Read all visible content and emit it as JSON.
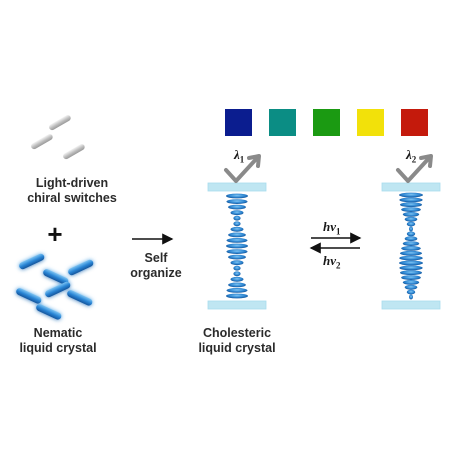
{
  "labels": {
    "switches": [
      "Light-driven",
      "chiral switches"
    ],
    "plus": "+",
    "nematic": [
      "Nematic",
      "liquid crystal"
    ],
    "self_organize": [
      "Self",
      "organize"
    ],
    "cholesteric": [
      "Cholesteric",
      "liquid crystal"
    ]
  },
  "math": {
    "lambda1_sym": "λ",
    "lambda1_sub": "1",
    "lambda2_sym": "λ",
    "lambda2_sub": "2",
    "hv1_sym": "hv",
    "hv1_sub": "1",
    "hv2_sym": "hv",
    "hv2_sub": "2"
  },
  "colors": {
    "swatches": [
      "#0b1d8f",
      "#0b8d84",
      "#1b9a12",
      "#f2e10a",
      "#c41a0c"
    ],
    "rod_blue": "#2c86d4",
    "rod_gray": "#c9c9c9",
    "plate": "#bfe6f2",
    "arrow_gray": "#8a8a8a"
  }
}
